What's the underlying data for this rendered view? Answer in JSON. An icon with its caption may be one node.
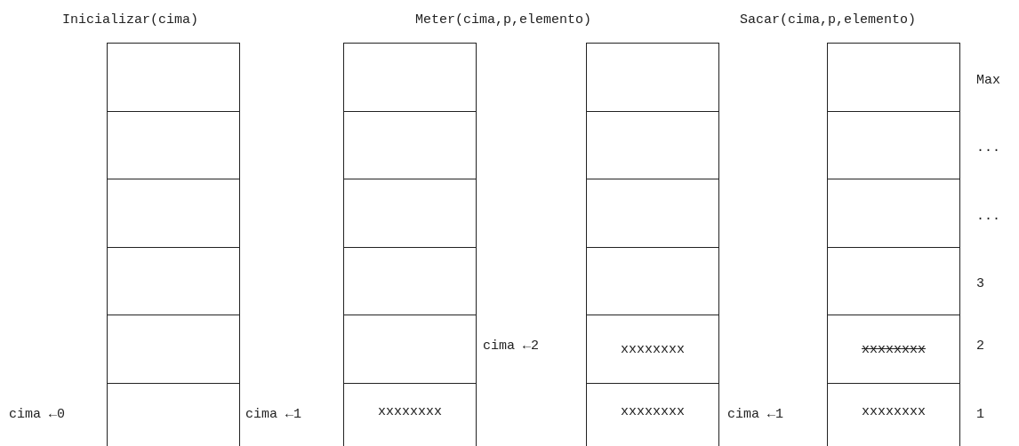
{
  "diagram": {
    "nodes": [
      {
        "text": [],
        "shape": "box"
      },
      {
        "text": [],
        "shape": "box",
        "in": 0
      },
      {
        "text": [],
        "shape": "box",
        "in": 0
      },
      {
        "text": [],
        "shape": "box",
        "in": 0
      },
      {
        "text": [],
        "shape": "box",
        "in": 0
      },
      {
        "text": [],
        "shape": "box",
        "in": 0
      },
      {
        "text": [],
        "shape": "box",
        "in": 0
      },
      {
        "text": [],
        "shape": "box"
      },
      {
        "text": [],
        "shape": "box",
        "in": 7
      },
      {
        "text": [],
        "shape": "box",
        "in": 7
      },
      {
        "text": [],
        "shape": "box",
        "in": 7
      },
      {
        "text": [],
        "shape": "box",
        "in": 7
      },
      {
        "text": [],
        "shape": "box",
        "in": 7
      },
      {
        "text": [
          "xxxxxxxx"
        ],
        "in": 7
      },
      {
        "text": [],
        "shape": "box"
      },
      {
        "text": [],
        "shape": "box",
        "in": 14
      },
      {
        "text": [],
        "shape": "box",
        "in": 14
      },
      {
        "text": [],
        "shape": "box",
        "in": 14
      },
      {
        "text": [],
        "shape": "box",
        "in": 14
      },
      {
        "text": [
          "xxxxxxxx"
        ],
        "in": 14
      },
      {
        "text": [
          "xxxxxxxx"
        ],
        "in": 14
      },
      {
        "text": [],
        "shape": "box"
      },
      {
        "text": [],
        "shape": "box",
        "in": 21
      },
      {
        "text": [],
        "shape": "box",
        "in": 21
      },
      {
        "text": [],
        "shape": "box",
        "in": 21
      },
      {
        "text": [],
        "shape": "box",
        "in": 21
      },
      {
        "text": [
          "xxxxxxxx"
        ],
        "in": 21
      },
      {
        "text": [
          "xxxxxxxx"
        ],
        "in": 21
      }
    ],
    "labels": [
      "Inicializar(cima)",
      "Meter(cima,p,elemento)",
      "Sacar(cima,p,elemento)",
      "Max",
      "...",
      "...",
      "3",
      "cima ←2",
      "2",
      "cima ←0",
      "cima ←1",
      "cima ←1",
      "1"
    ]
  }
}
